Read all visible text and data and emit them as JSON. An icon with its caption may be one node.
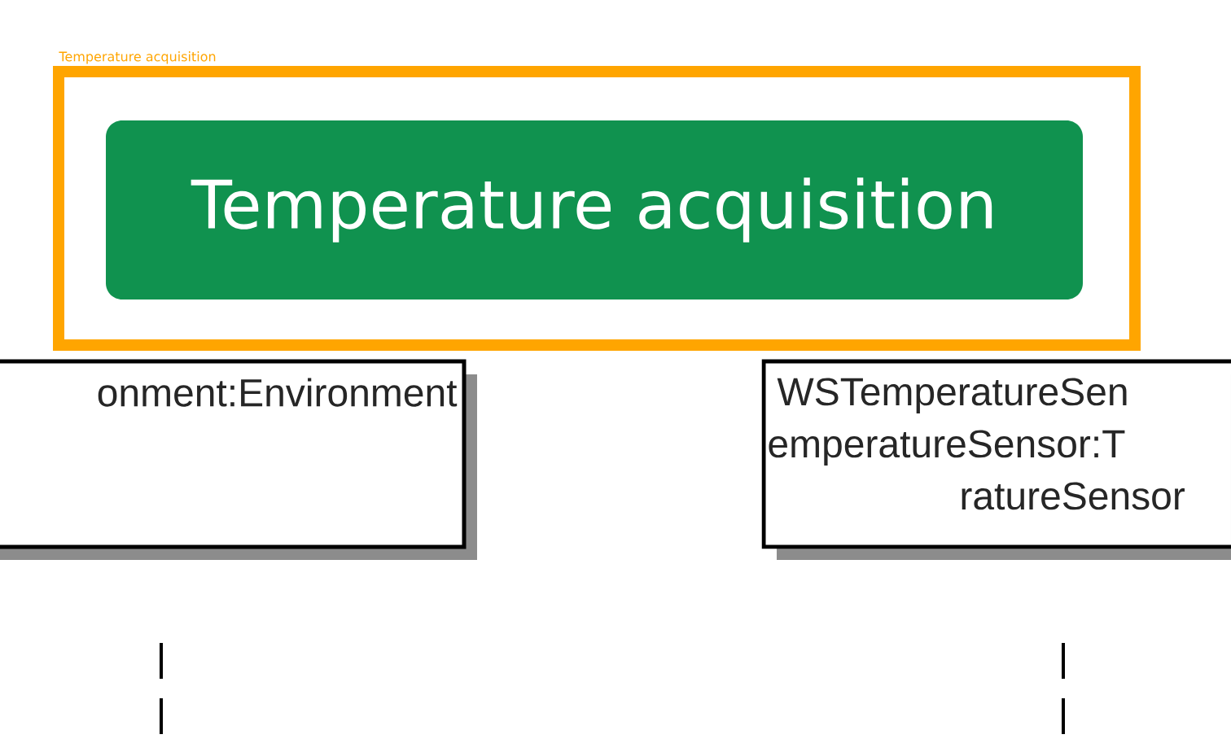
{
  "diagram": {
    "nodes": [
      {
        "text": [
          "Temperature acquisition"
        ]
      },
      {
        "text": [
          "Temperature acquisition"
        ],
        "in": 0
      },
      {
        "text": [
          "onment:Environment"
        ]
      },
      {
        "text": [
          "WSTemperatureSen",
          "emperatureSensor:T",
          "ratureSensor"
        ]
      }
    ],
    "edges": []
  }
}
